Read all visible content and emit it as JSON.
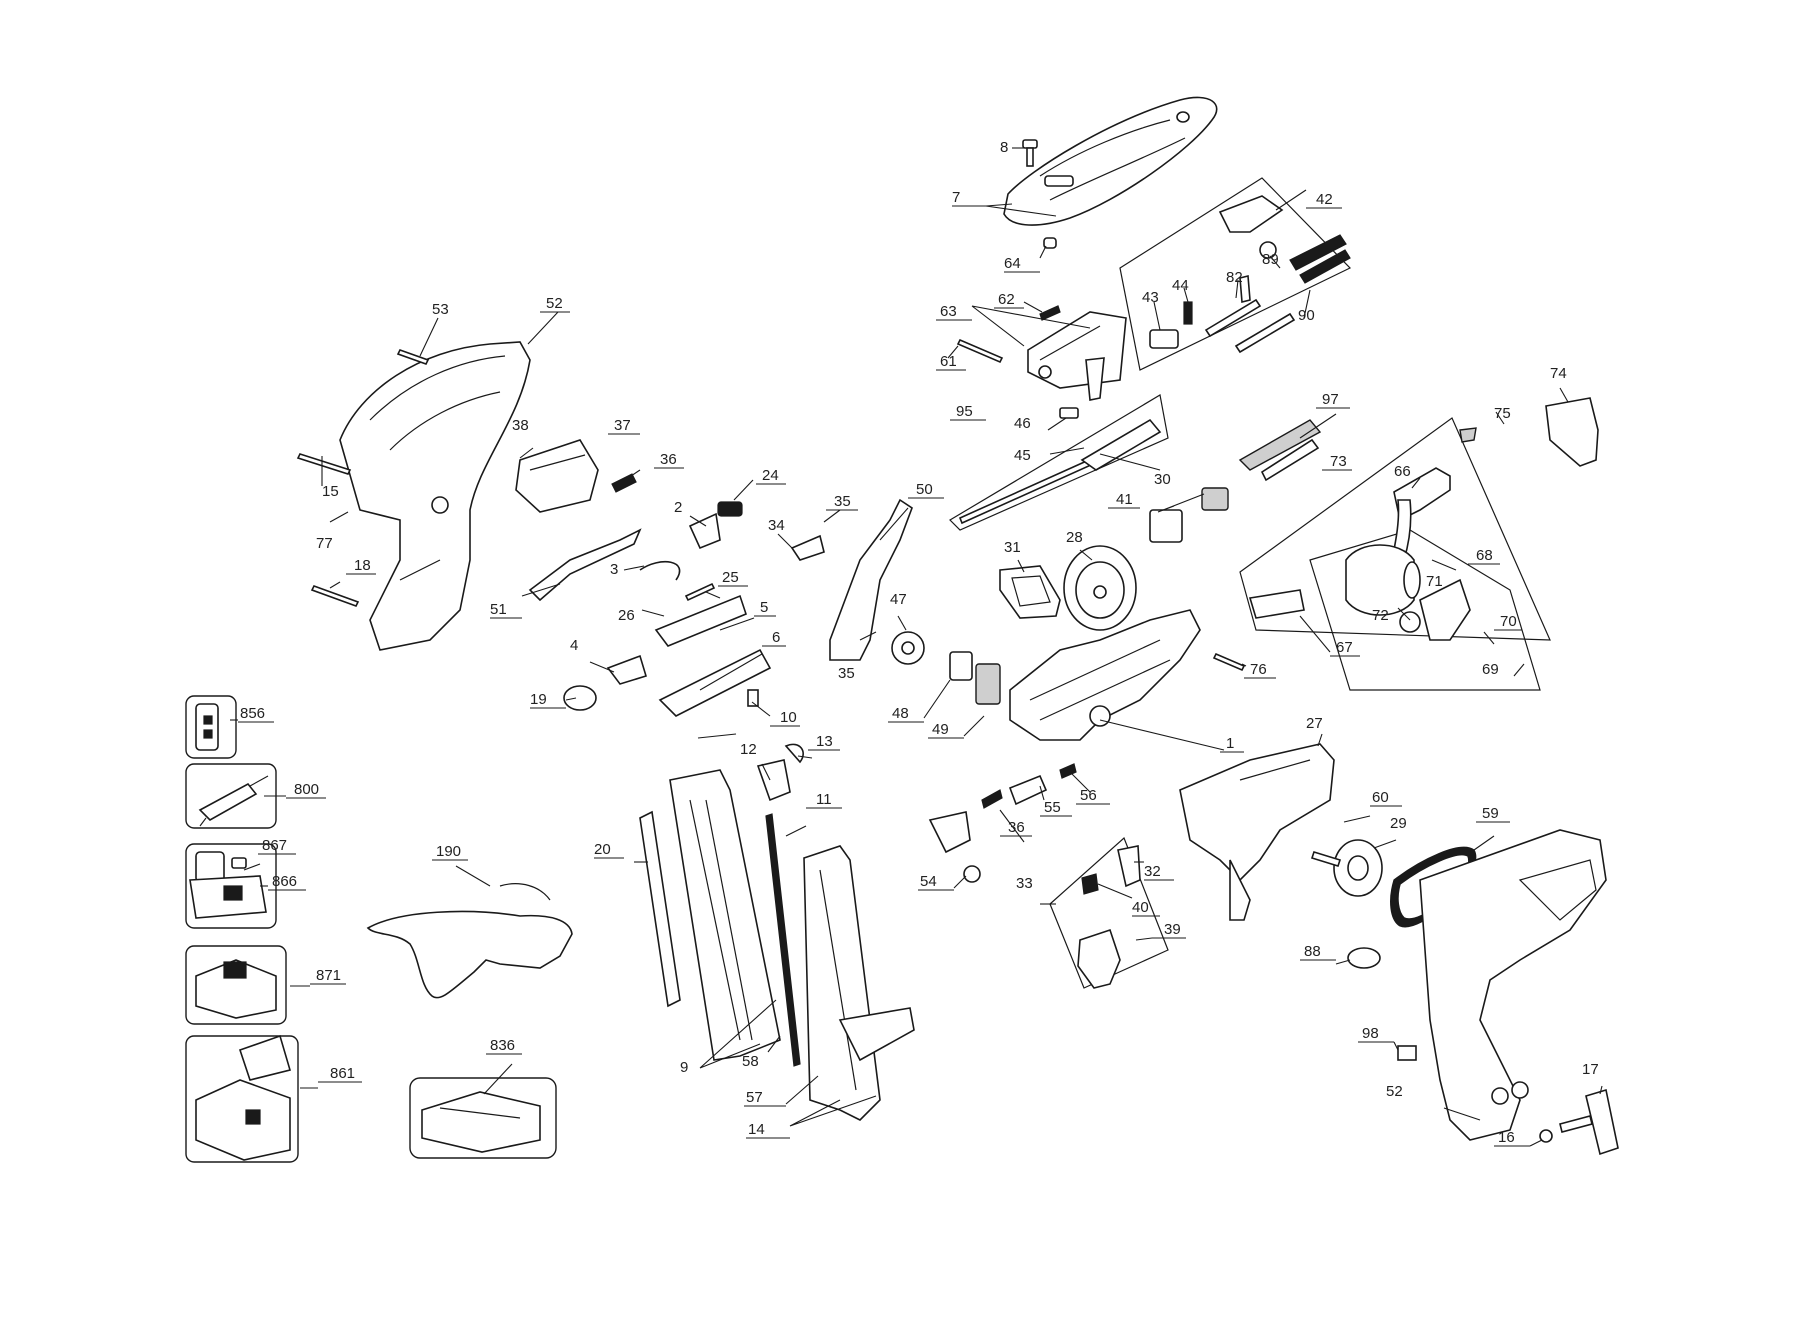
{
  "labels": {
    "l8": "8",
    "l7": "7",
    "l64": "64",
    "l42": "42",
    "l89": "89",
    "l43": "43",
    "l44": "44",
    "l82": "82",
    "l90": "90",
    "l62": "62",
    "l63": "63",
    "l61": "61",
    "l53": "53",
    "l52a": "52",
    "l38": "38",
    "l37": "37",
    "l36a": "36",
    "l15": "15",
    "l77": "77",
    "l18": "18",
    "l24": "24",
    "l2": "2",
    "l35a": "35",
    "l34": "34",
    "l3": "3",
    "l25": "25",
    "l26": "26",
    "l5": "5",
    "l51": "51",
    "l4": "4",
    "l6": "6",
    "l19": "19",
    "l10": "10",
    "l50": "50",
    "l47": "47",
    "l35b": "35",
    "l95": "95",
    "l46": "46",
    "l45": "45",
    "l41": "41",
    "l30": "30",
    "l97": "97",
    "l31": "31",
    "l28": "28",
    "l75": "75",
    "l74": "74",
    "l73": "73",
    "l66": "66",
    "l68": "68",
    "l71": "71",
    "l72": "72",
    "l70": "70",
    "l69": "69",
    "l67": "67",
    "l76": "76",
    "l48": "48",
    "l49": "49",
    "l1": "1",
    "l856": "856",
    "l800": "800",
    "l867": "867",
    "l866": "866",
    "l871": "871",
    "l861": "861",
    "l190": "190",
    "l836": "836",
    "l20": "20",
    "l12": "12",
    "l13": "13",
    "l11": "11",
    "l9": "9",
    "l58": "58",
    "l57": "57",
    "l14": "14",
    "l27": "27",
    "l60": "60",
    "l29": "29",
    "l59": "59",
    "l55": "55",
    "l56": "56",
    "l36b": "36",
    "l54": "54",
    "l33": "33",
    "l32": "32",
    "l40": "40",
    "l39": "39",
    "l88": "88",
    "l98": "98",
    "l52b": "52",
    "l17": "17",
    "l16": "16"
  }
}
